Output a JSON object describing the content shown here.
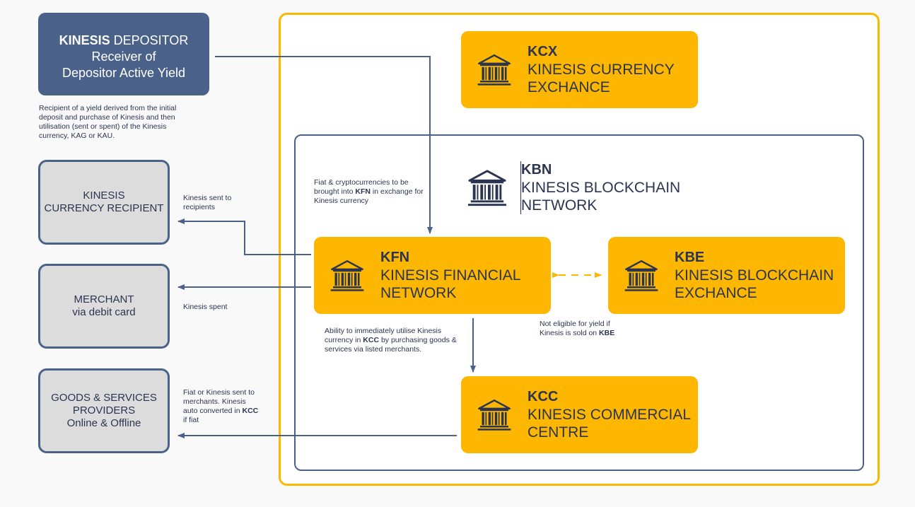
{
  "depositor": {
    "title_bold": "KINESIS",
    "title_rest": " DEPOSITOR",
    "line2": "Receiver of",
    "line3": "Depositor Active Yield",
    "description": "Recipient of a yield derived from the initial deposit and purchase of Kinesis and then utilisation (sent or spent) of the Kinesis currency, KAG or KAU."
  },
  "left_boxes": [
    {
      "line1": "KINESIS",
      "line2": "CURRENCY RECIPIENT",
      "line3": ""
    },
    {
      "line1": "MERCHANT",
      "line2": "via debit card",
      "line3": ""
    },
    {
      "line1": "GOODS & SERVICES",
      "line2": "PROVIDERS",
      "line3": "Online & Offline"
    }
  ],
  "annotations": {
    "sent_to_recipients": "Kinesis sent to recipients",
    "spent": "Kinesis spent",
    "fiat_sent_pre": "Fiat or Kinesis sent to merchants. Kinesis auto converted in ",
    "fiat_sent_bold": "KCC",
    "fiat_sent_post": " if fiat",
    "fiat_crypto_pre": "Fiat & cryptocurrencies to be brought into ",
    "fiat_crypto_bold": "KFN",
    "fiat_crypto_post": " in exchange for Kinesis currency",
    "ability_pre": "Ability to immediately utilise Kinesis currency in ",
    "ability_bold": "KCC",
    "ability_post": " by purchasing goods & services via listed merchants.",
    "not_eligible_pre": "Not eligible for yield if Kinesis is sold on ",
    "not_eligible_bold": "KBE"
  },
  "entities": {
    "kcx": {
      "code": "KCX",
      "name1": "KINESIS CURRENCY",
      "name2": "EXCHANCE"
    },
    "kbn": {
      "code": "KBN",
      "name1": "KINESIS BLOCKCHAIN",
      "name2": "NETWORK"
    },
    "kfn": {
      "code": "KFN",
      "name1": "KINESIS FINANCIAL",
      "name2": "NETWORK"
    },
    "kbe": {
      "code": "KBE",
      "name1": "KINESIS BLOCKCHAIN",
      "name2": "EXCHANCE"
    },
    "kcc": {
      "code": "KCC",
      "name1": "KINESIS COMMERCIAL",
      "name2": "CENTRE"
    }
  },
  "colors": {
    "navy": "#4a628a",
    "gold": "#fdb700",
    "text": "#2b3451",
    "grey_box": "#dcdcdc"
  }
}
